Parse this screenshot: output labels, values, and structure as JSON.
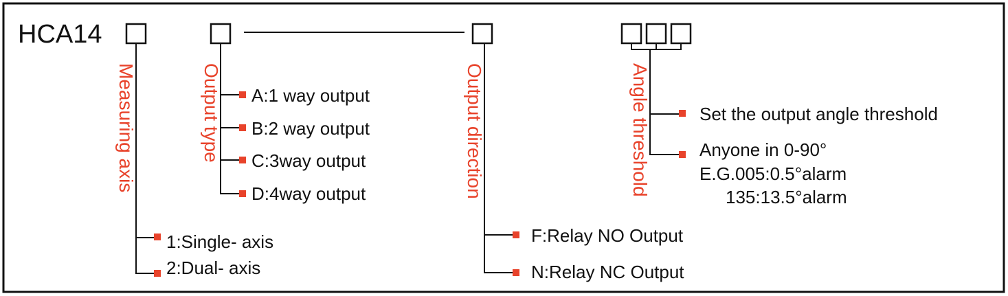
{
  "model_code": "HCA14",
  "colors": {
    "accent": "#e8432b",
    "line": "#111111",
    "background": "#ffffff"
  },
  "groups": {
    "measuring_axis": {
      "title": "Measuring axis",
      "options": [
        "1:Single- axis",
        "2:Dual- axis"
      ]
    },
    "output_type": {
      "title": "Output type",
      "options": [
        "A:1 way output",
        "B:2 way output",
        "C:3way output",
        "D:4way output"
      ]
    },
    "output_direction": {
      "title": "Output direction",
      "options": [
        "F:Relay NO Output",
        "N:Relay NC Output"
      ]
    },
    "angle_threshold": {
      "title": "Angle threshold",
      "option_1": "Set the output angle threshold",
      "option_2_line_1": "Anyone in 0-90°",
      "option_2_line_2": "E.G.005:0.5°alarm",
      "option_2_line_3": "135:13.5°alarm"
    }
  }
}
